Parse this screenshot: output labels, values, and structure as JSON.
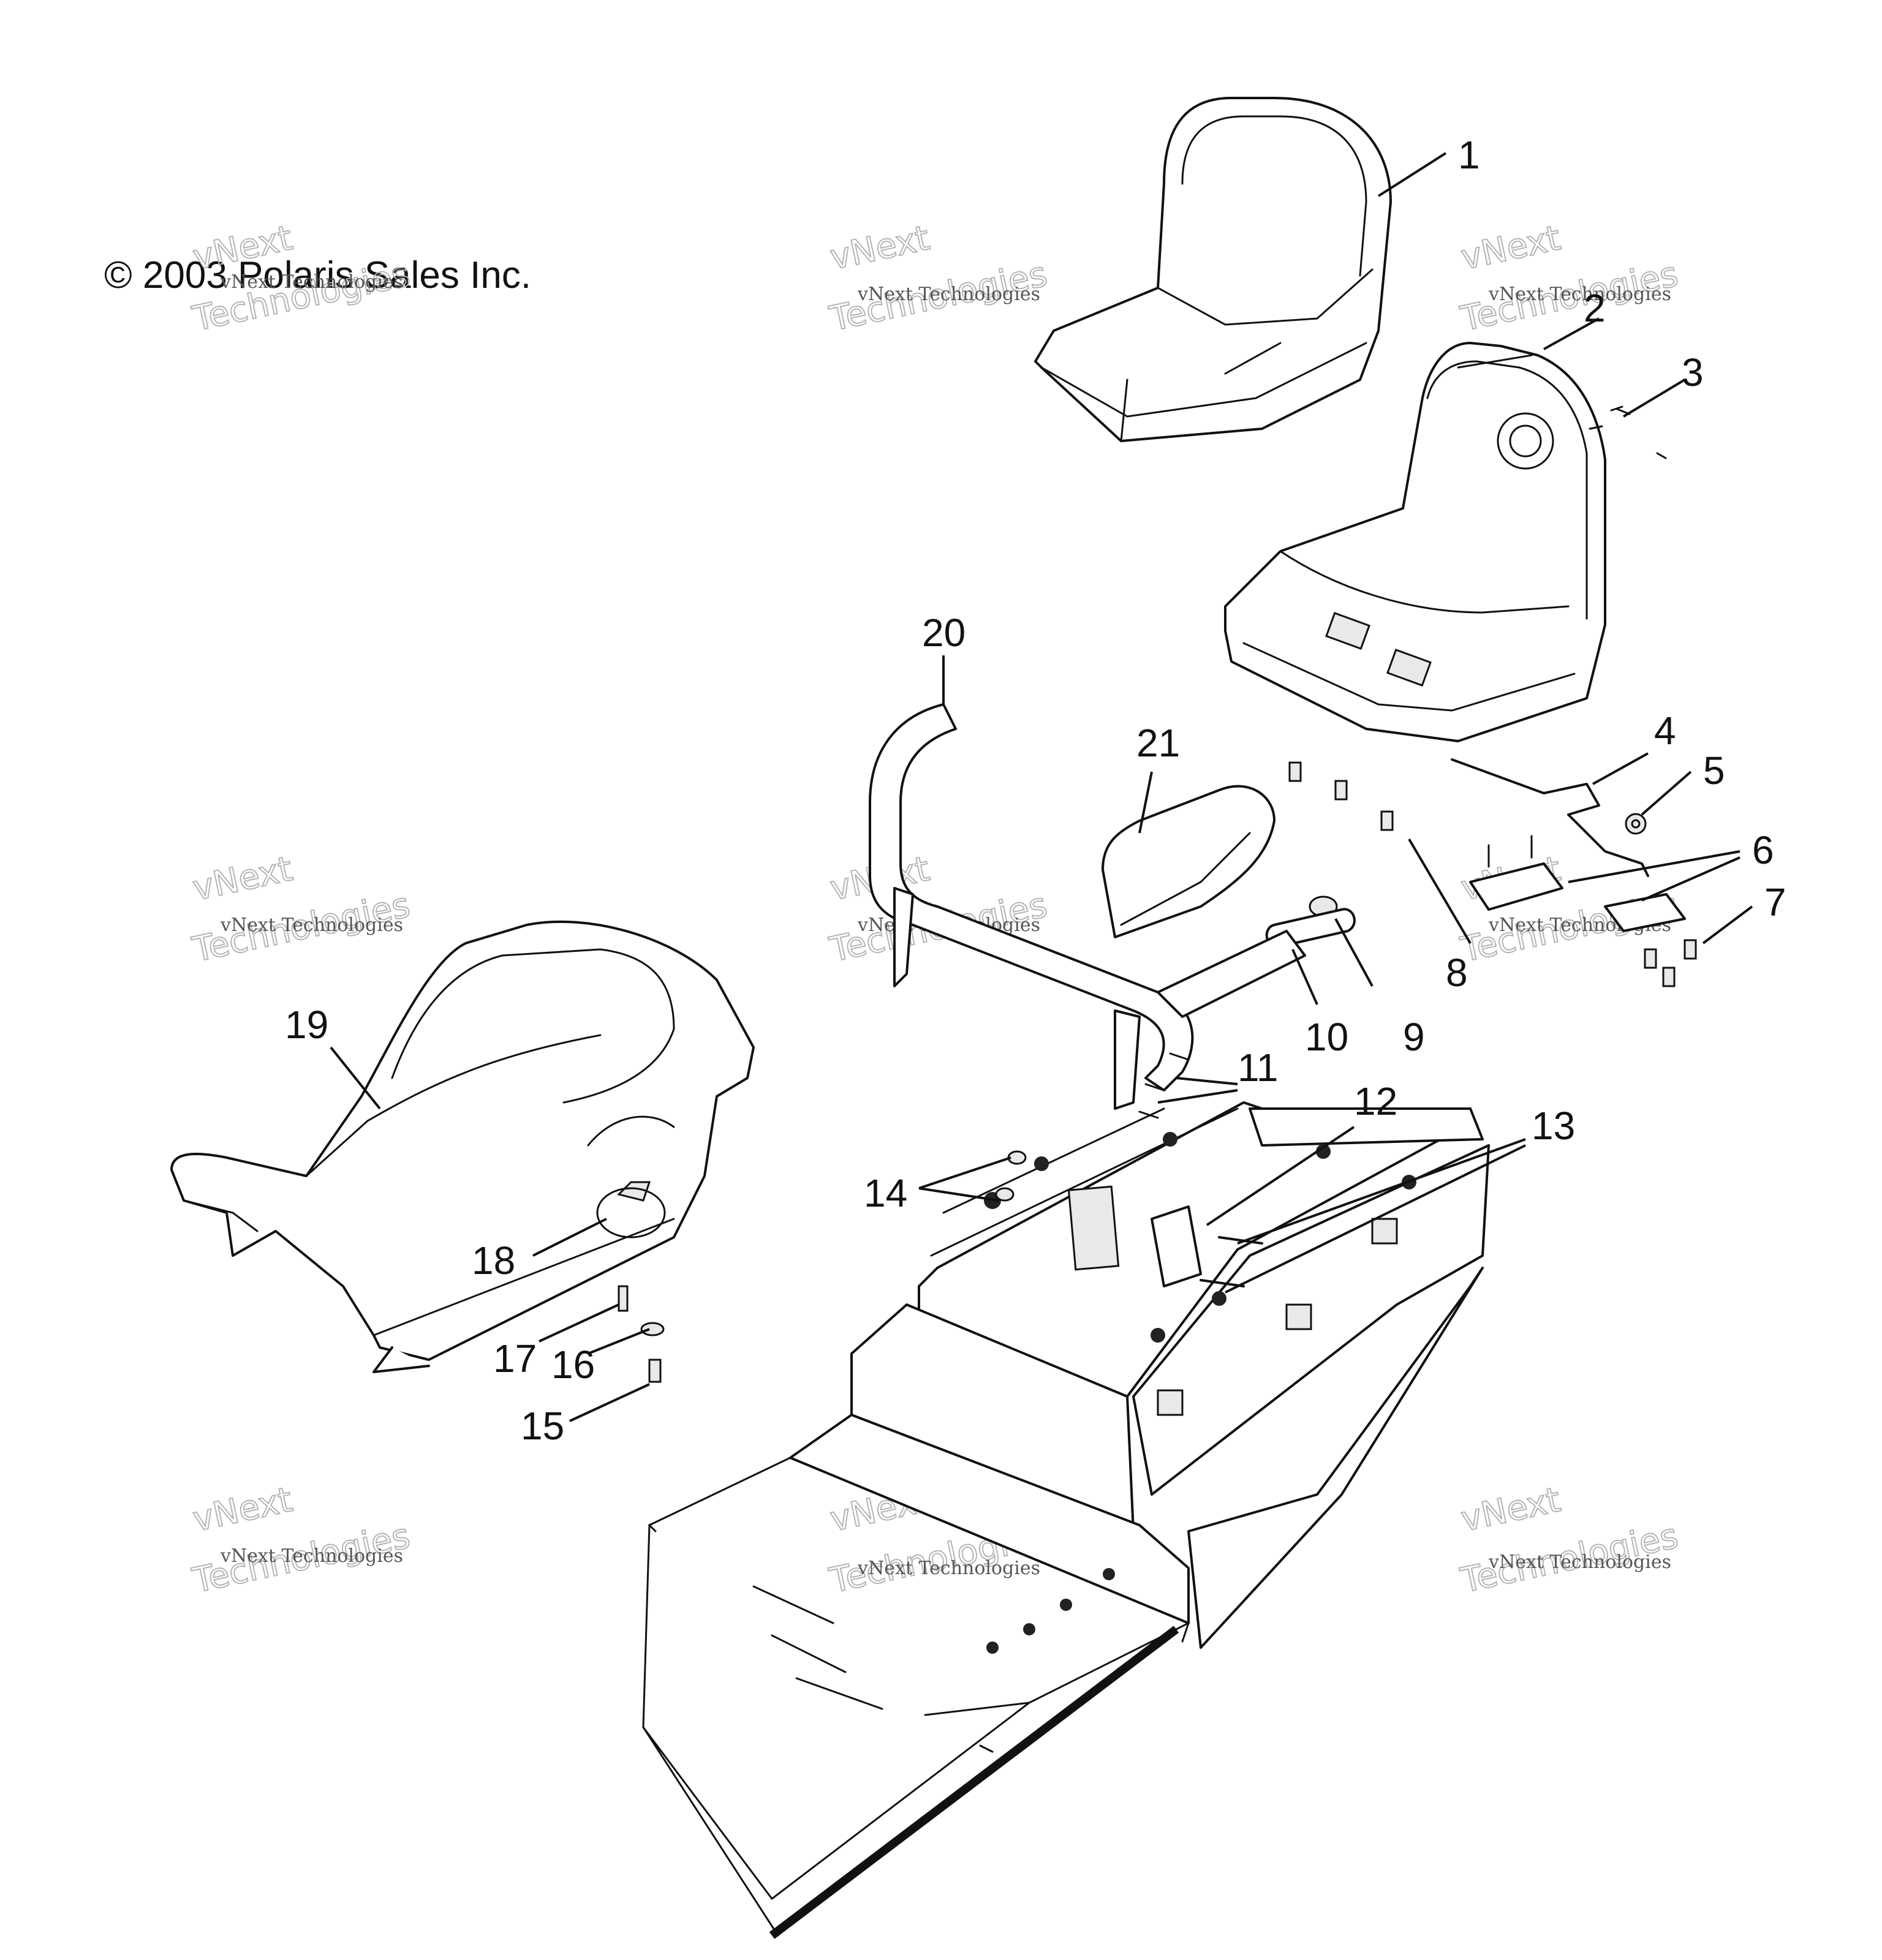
{
  "copyright": "© 2003 Polaris Sales Inc.",
  "watermark": {
    "small": "vNext Technologies",
    "big_line1": "vNext",
    "big_line2": "Technologies"
  },
  "callouts": [
    "1",
    "2",
    "3",
    "4",
    "5",
    "6",
    "7",
    "8",
    "9",
    "10",
    "11",
    "12",
    "13",
    "14",
    "15",
    "16",
    "17",
    "18",
    "19",
    "20",
    "21"
  ]
}
